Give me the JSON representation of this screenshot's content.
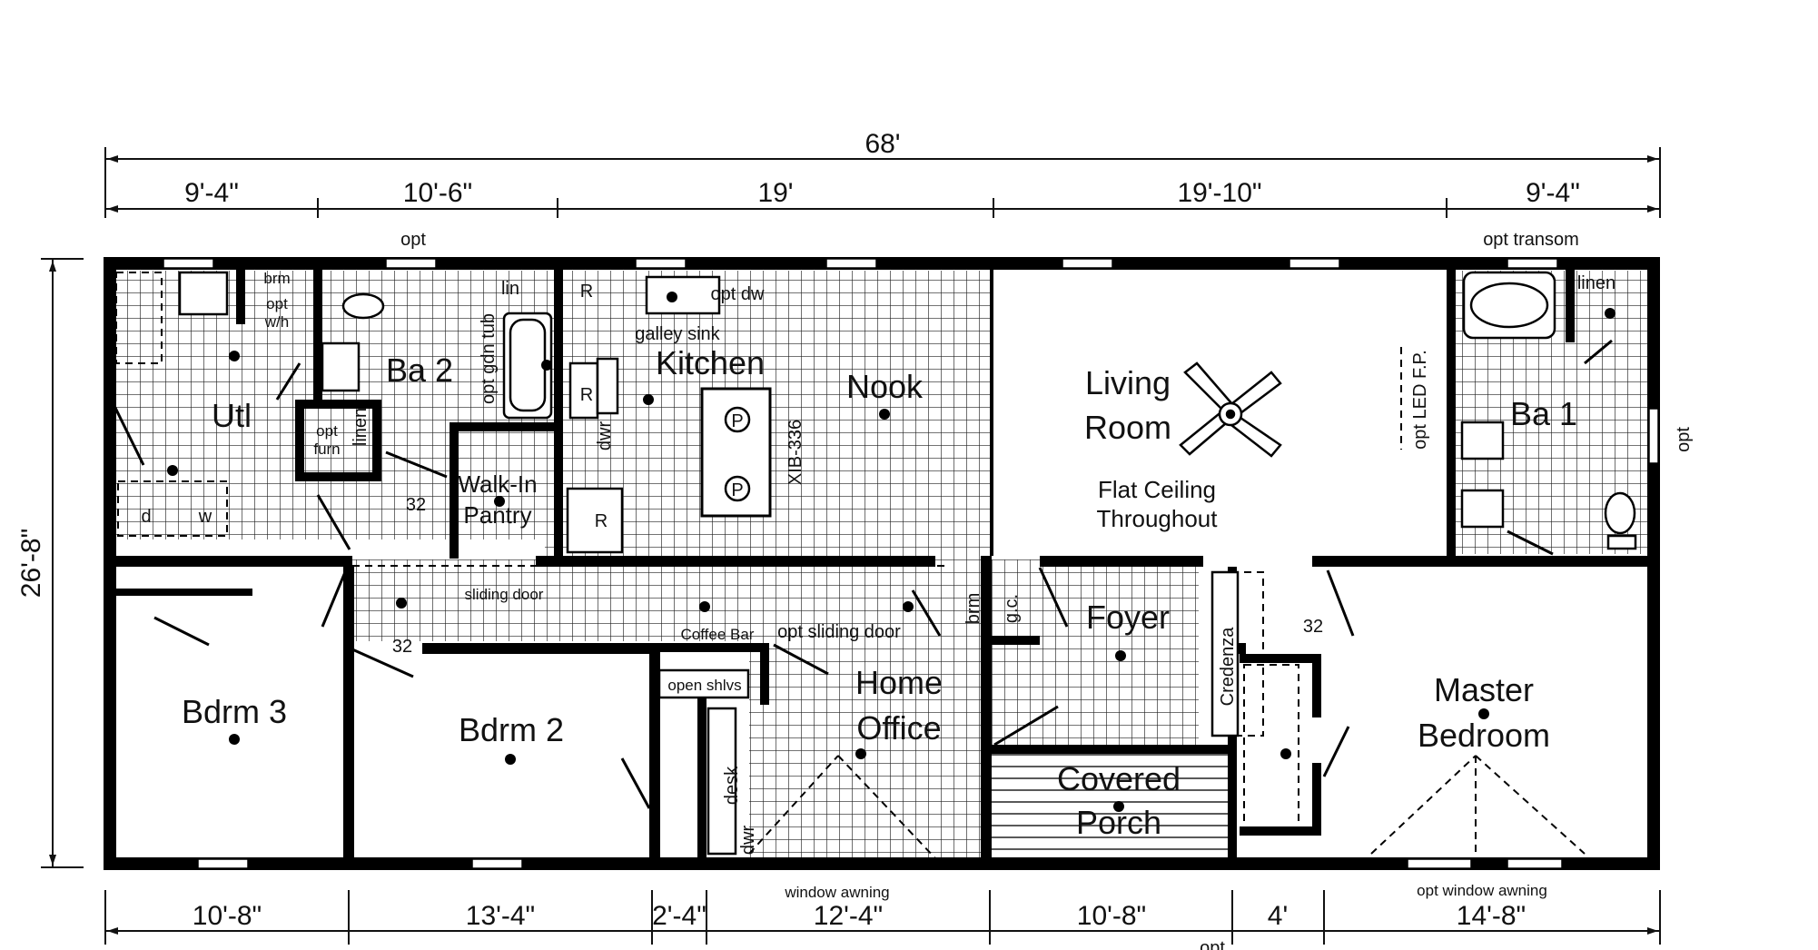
{
  "dimensions": {
    "overall_top": "68'",
    "top_segments": [
      "9'-4\"",
      "10'-6\"",
      "19'",
      "19'-10\"",
      "9'-4\""
    ],
    "overall_side": "26'-8\"",
    "bottom_segments": [
      "10'-8\"",
      "13'-4\"",
      "2'-4\"",
      "12'-4\"",
      "10'-8\"",
      "4'",
      "14'-8\""
    ]
  },
  "rooms": {
    "utl": "Utl",
    "ba2": "Ba 2",
    "kitchen": "Kitchen",
    "nook": "Nook",
    "living_1": "Living",
    "living_2": "Room",
    "ba1": "Ba 1",
    "walkin_1": "Walk-In",
    "walkin_2": "Pantry",
    "foyer": "Foyer",
    "bdrm3": "Bdrm 3",
    "bdrm2": "Bdrm 2",
    "office_1": "Home",
    "office_2": "Office",
    "porch_1": "Covered",
    "porch_2": "Porch",
    "master_1": "Master",
    "master_2": "Bedroom"
  },
  "notes": {
    "opt_top": "opt",
    "opt_transom": "opt transom",
    "opt_right": "opt",
    "opt_bottom": "opt",
    "flat_ceiling_1": "Flat Ceiling",
    "flat_ceiling_2": "Throughout",
    "opt_led_fp": "opt LED F.P.",
    "xib": "XIB-336",
    "galley_sink": "galley sink",
    "opt_dw": "opt dw",
    "lin": "lin",
    "linen": "linen",
    "linen_closet": "linen",
    "opt_gdn_tub": "opt gdn tub",
    "dwr_kitchen": "dwr",
    "refrigerator_1": "R",
    "refrigerator_2": "R",
    "refrigerator_3": "R",
    "opt_wh_1": "opt",
    "opt_wh_2": "w/h",
    "opt_furn_1": "opt",
    "opt_furn_2": "furn",
    "brm_small": "brm",
    "dryer": "d",
    "washer": "w",
    "door_32_a": "32",
    "door_32_b": "32",
    "door_32_c": "32",
    "sliding_door": "sliding door",
    "coffee_bar": "Coffee Bar",
    "opt_sliding_door": "opt sliding door",
    "open_shlvs": "open shlvs",
    "desk": "desk",
    "dwr_office": "dwr",
    "brm_office": "brm",
    "gc": "g.c.",
    "credenza": "Credenza",
    "window_awning": "window awning",
    "opt_window_awning": "opt window awning",
    "pantry_p": "P"
  },
  "colors": {
    "ink": "#111111",
    "wall": "#000000",
    "grid": "#222222",
    "paper": "#ffffff"
  }
}
